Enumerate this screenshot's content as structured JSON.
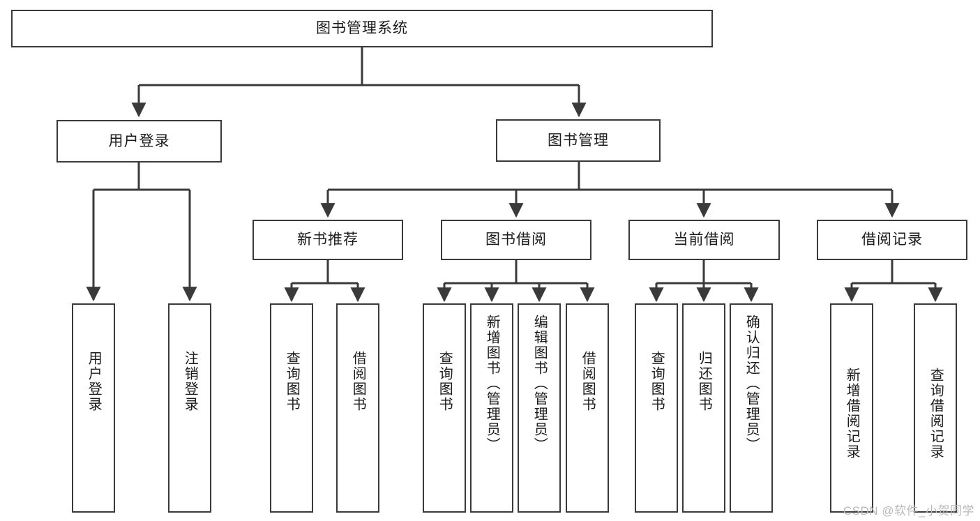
{
  "diagram": {
    "title": "图书管理系统",
    "watermark": "CSDN @软件_小贺同学",
    "stroke_color": "#3a3a3a",
    "text_color": "#1b1b1b",
    "background": "#ffffff",
    "nodes": {
      "root": "图书管理系统",
      "user_login": "用户登录",
      "book_manage": "图书管理",
      "new_book_rec": "新书推荐",
      "book_borrow": "图书借阅",
      "current_borrow": "当前借阅",
      "borrow_record": "借阅记录",
      "leaf_user_login": "用户登录",
      "leaf_logout": "注销登录",
      "leaf_query_book_1": "查询图书",
      "leaf_borrow_book_1": "借阅图书",
      "leaf_query_book_2": "查询图书",
      "leaf_add_book_admin": "新增图书（管理员）",
      "leaf_edit_book_admin": "编辑图书（管理员）",
      "leaf_borrow_book_2": "借阅图书",
      "leaf_query_book_3": "查询图书",
      "leaf_return_book": "归还图书",
      "leaf_confirm_return_admin": "确认归还（管理员）",
      "leaf_add_record": "新增借阅记录",
      "leaf_query_record": "查询借阅记录"
    }
  }
}
